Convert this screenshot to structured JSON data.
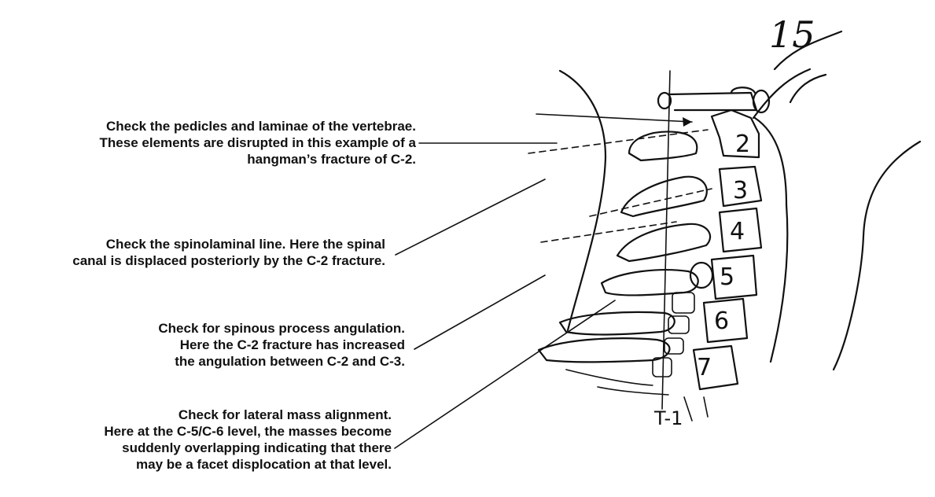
{
  "annotations": [
    {
      "lines": [
        "Check the pedicles and laminae of the vertebrae.",
        "These elements are disrupted in this example of a",
        "hangman’s fracture of C-2."
      ]
    },
    {
      "lines": [
        "Check the spinolaminal line. Here the spinal",
        "canal is displaced posteriorly by the C-2 fracture."
      ]
    },
    {
      "lines": [
        "Check for spinous process angulation.",
        "Here the C-2 fracture has increased",
        "the angulation between C-2 and C-3."
      ]
    },
    {
      "lines": [
        "Check for lateral mass alignment.",
        "Here at the C-5/C-6 level, the masses become",
        "suddenly overlapping indicating that there",
        "may be a facet displocation at that level."
      ]
    }
  ],
  "vertebra_labels": [
    "2",
    "3",
    "4",
    "5",
    "6",
    "7"
  ],
  "t1_label": "T-1",
  "page_number": "15"
}
